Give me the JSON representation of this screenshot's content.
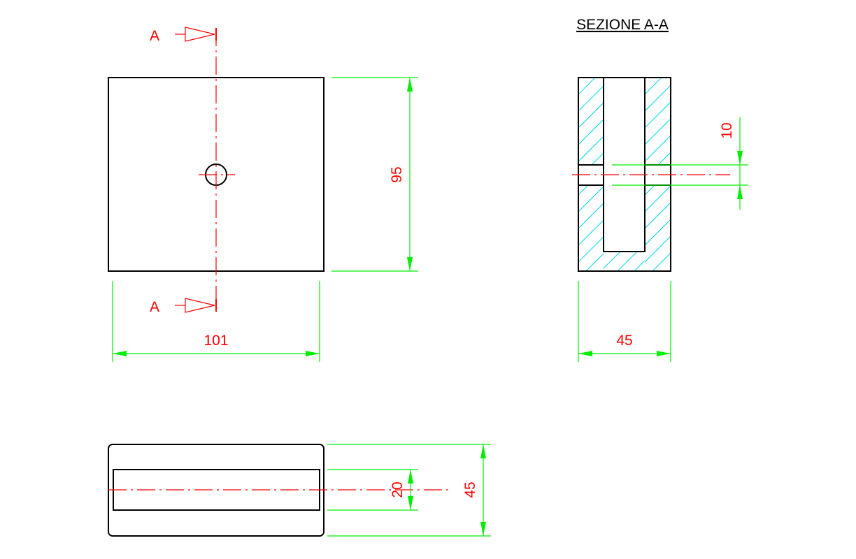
{
  "section_title": "SEZIONE A-A",
  "cut_labels": {
    "top": "A",
    "bottom": "A"
  },
  "dimensions": {
    "front_width": "101",
    "front_height": "95",
    "section_width": "45",
    "section_slot": "10",
    "top_slot": "20",
    "top_depth": "45"
  },
  "colors": {
    "outline": "#000000",
    "dimension": "#00ee00",
    "annotation": "#ff0000",
    "hatch": "#00d8e8"
  }
}
